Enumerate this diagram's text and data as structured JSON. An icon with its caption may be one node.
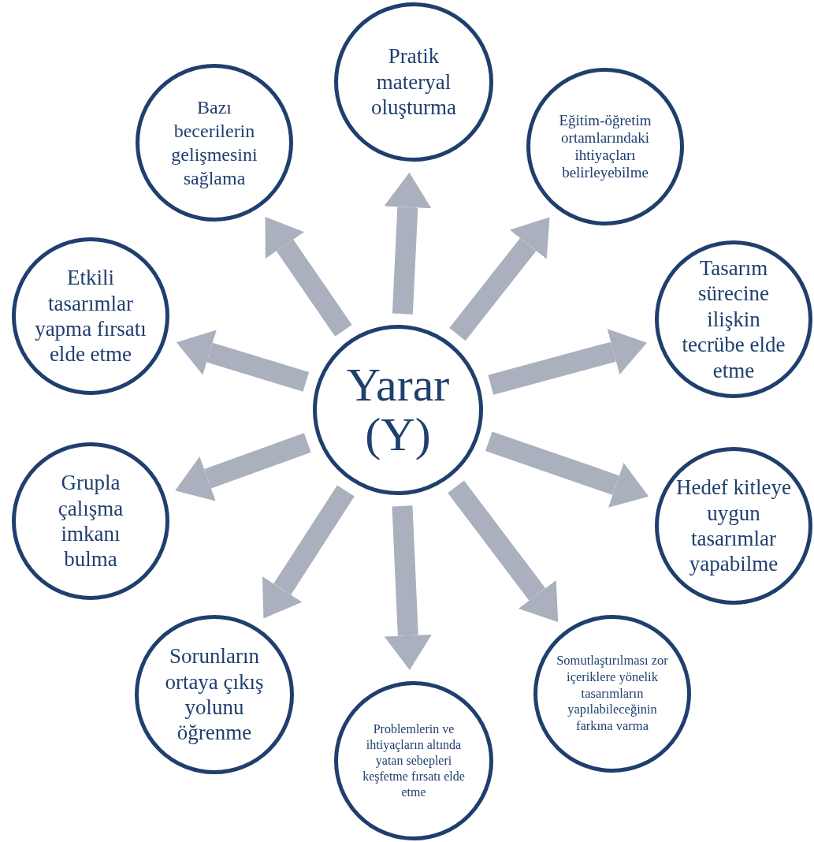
{
  "diagram": {
    "nodes": [
      {
        "text": [
          "Yarar (Y)"
        ]
      },
      {
        "text": [
          "Pratik materyal oluşturma"
        ]
      },
      {
        "text": [
          "Eğitim-öğretim ortamlarındaki ihtiyaçları belirleyebilme"
        ]
      },
      {
        "text": [
          "Tasarım sürecine ilişkin tecrübe elde etme"
        ]
      },
      {
        "text": [
          "Hedef kitleye uygun tasarımlar yapabilme"
        ]
      },
      {
        "text": [
          "Somutlaştırılması zor içeriklere yönelik tasarımların yapılabileceğinin farkına varma"
        ]
      },
      {
        "text": [
          "Problemlerin ve ihtiyaçların altında yatan sebepleri keşfetme fırsatı elde etme"
        ]
      },
      {
        "text": [
          "Sorunların ortaya çıkış yolunu öğrenme"
        ]
      },
      {
        "text": [
          "Grupla çalışma imkanı bulma"
        ]
      },
      {
        "text": [
          "Etkili tasarımlar yapma fırsatı elde etme"
        ]
      },
      {
        "text": [
          "Bazı becerilerin gelişmesini sağlama"
        ]
      }
    ],
    "edges": [
      {
        "from": 0,
        "to": 1,
        "arrow": "to"
      },
      {
        "from": 0,
        "to": 2,
        "arrow": "to"
      },
      {
        "from": 0,
        "to": 3,
        "arrow": "to"
      },
      {
        "from": 0,
        "to": 4,
        "arrow": "to"
      },
      {
        "from": 0,
        "to": 5,
        "arrow": "to"
      },
      {
        "from": 0,
        "to": 6,
        "arrow": "to"
      },
      {
        "from": 0,
        "to": 7,
        "arrow": "to"
      },
      {
        "from": 0,
        "to": 8,
        "arrow": "to"
      },
      {
        "from": 0,
        "to": 9,
        "arrow": "to"
      },
      {
        "from": 0,
        "to": 10,
        "arrow": "to"
      }
    ]
  }
}
